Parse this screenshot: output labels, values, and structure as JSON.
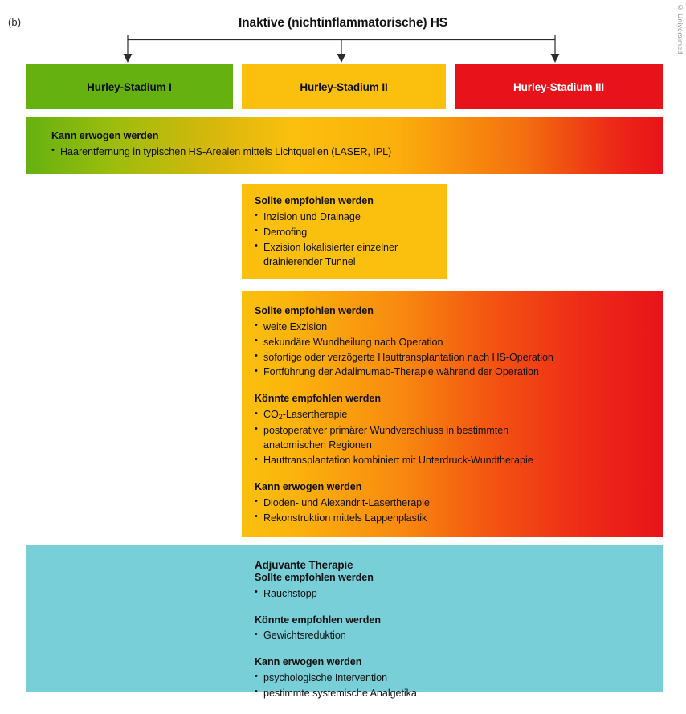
{
  "figure": {
    "panel_label": "(b)",
    "copyright": "© Universimed",
    "title": "Inaktive (nichtinflammatorische) HS"
  },
  "colors": {
    "stage1_green": "#65b110",
    "stage2_yellow": "#fbc00d",
    "stage3_red": "#e8131a",
    "adjuvant_teal": "#79cfd8",
    "text_dark": "#111111",
    "text_light": "#ffffff"
  },
  "stages": [
    {
      "label": "Hurley-Stadium I"
    },
    {
      "label": "Hurley-Stadium II"
    },
    {
      "label": "Hurley-Stadium III"
    }
  ],
  "blocks": {
    "hair_removal": {
      "heading": "Kann erwogen werden",
      "items": [
        "Haarentfernung in typischen HS-Arealen mittels Lichtquellen (LASER, IPL)"
      ]
    },
    "surgery_stage2": {
      "heading": "Sollte empfohlen werden",
      "items": [
        "Inzision und Drainage",
        "Deroofing",
        "Exzision lokalisierter einzelner"
      ],
      "item3_continuation": "drainierender Tunnel"
    },
    "surgery_stage3": {
      "group1": {
        "heading": "Sollte empfohlen werden",
        "items": [
          "weite Exzision",
          "sekundäre Wundheilung nach Operation",
          "sofortige oder verzögerte Hauttransplantation nach HS-Operation",
          "Fortführung der Adalimumab-Therapie während der Operation"
        ]
      },
      "group2": {
        "heading": "Könnte empfohlen werden",
        "item1_prefix": "CO",
        "item1_subscript": "2",
        "item1_suffix": "-Lasertherapie",
        "item2": "postoperativer primärer Wundverschluss in bestimmten",
        "item2_continuation": "anatomischen Regionen",
        "item3": "Hauttransplantation kombiniert mit Unterdruck-Wundtherapie"
      },
      "group3": {
        "heading": "Kann erwogen werden",
        "items": [
          "Dioden- und Alexandrit-Lasertherapie",
          "Rekonstruktion mittels Lappenplastik"
        ]
      }
    },
    "adjuvant": {
      "title": "Adjuvante Therapie",
      "group1": {
        "heading": "Sollte empfohlen werden",
        "items": [
          "Rauchstopp"
        ]
      },
      "group2": {
        "heading": "Könnte empfohlen werden",
        "items": [
          "Gewichtsreduktion"
        ]
      },
      "group3": {
        "heading": "Kann erwogen werden",
        "items": [
          "psychologische Intervention",
          "pestimmte systemische Analgetika"
        ]
      }
    }
  }
}
